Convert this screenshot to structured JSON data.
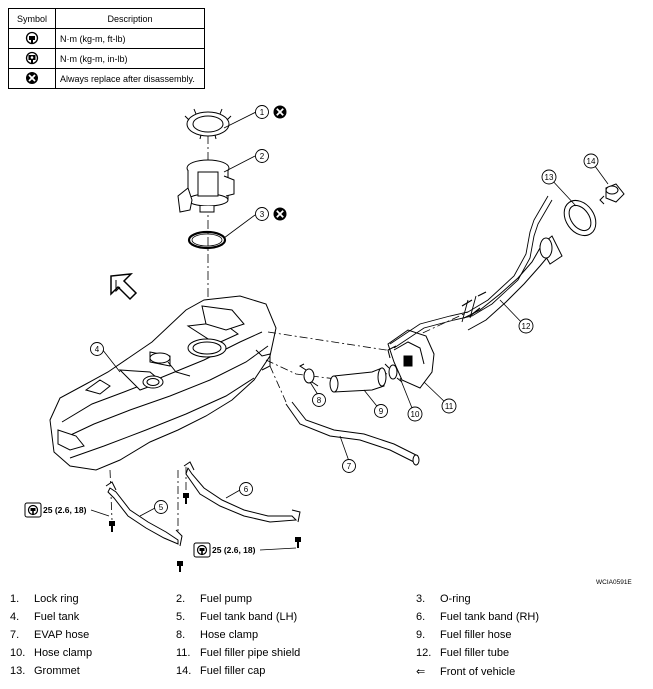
{
  "legend": {
    "header_symbol": "Symbol",
    "header_description": "Description",
    "rows": [
      {
        "icon": "torque-wrench-icon",
        "text": "N·m (kg-m, ft-lb)"
      },
      {
        "icon": "torque-wrench-small-icon",
        "text": "N·m (kg-m, in-lb)"
      },
      {
        "icon": "replace-x-icon",
        "text": "Always replace after disassembly."
      }
    ]
  },
  "callouts": [
    "1",
    "2",
    "3",
    "4",
    "5",
    "6",
    "7",
    "8",
    "9",
    "10",
    "11",
    "12",
    "13",
    "14"
  ],
  "torque_labels": [
    "25 (2.6, 18)",
    "25 (2.6, 18)"
  ],
  "figure_code": "WCIA0591E",
  "parts": [
    [
      {
        "n": "1.",
        "name": "Lock ring"
      },
      {
        "n": "2.",
        "name": "Fuel pump"
      },
      {
        "n": "3.",
        "name": "O-ring"
      }
    ],
    [
      {
        "n": "4.",
        "name": "Fuel tank"
      },
      {
        "n": "5.",
        "name": "Fuel tank band (LH)"
      },
      {
        "n": "6.",
        "name": "Fuel tank band (RH)"
      }
    ],
    [
      {
        "n": "7.",
        "name": "EVAP hose"
      },
      {
        "n": "8.",
        "name": "Hose clamp"
      },
      {
        "n": "9.",
        "name": "Fuel filler hose"
      }
    ],
    [
      {
        "n": "10.",
        "name": "Hose clamp"
      },
      {
        "n": "11.",
        "name": "Fuel filler pipe shield"
      },
      {
        "n": "12.",
        "name": "Fuel filler tube"
      }
    ],
    [
      {
        "n": "13.",
        "name": "Grommet"
      },
      {
        "n": "14.",
        "name": "Fuel filler cap"
      },
      {
        "n": "⇐",
        "name": "Front of vehicle"
      }
    ]
  ]
}
